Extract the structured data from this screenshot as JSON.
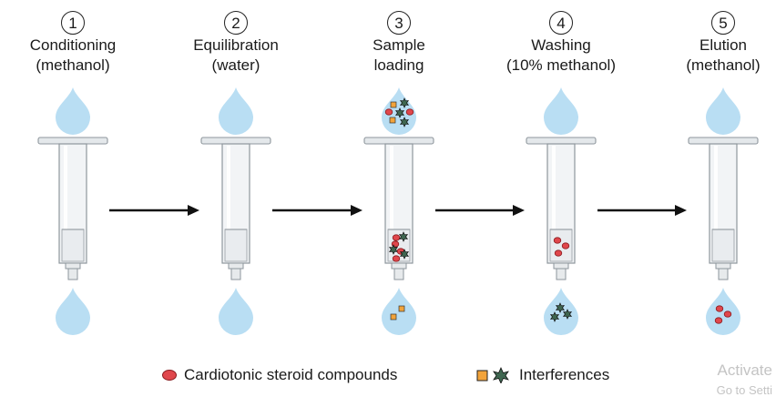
{
  "steps": [
    {
      "number": "1",
      "line1": "Conditioning",
      "line2": "(methanol)",
      "drop_top": "plain",
      "bed": [],
      "drop_bottom": []
    },
    {
      "number": "2",
      "line1": "Equilibration",
      "line2": "(water)",
      "drop_top": "plain",
      "bed": [],
      "drop_bottom": []
    },
    {
      "number": "3",
      "line1": "Sample",
      "line2": "loading",
      "drop_top": "mixed",
      "bed": [
        "circle",
        "star",
        "circle",
        "star",
        "circle",
        "star",
        "circle"
      ],
      "drop_bottom": [
        "square",
        "square"
      ]
    },
    {
      "number": "4",
      "line1": "Washing",
      "line2": "(10% methanol)",
      "drop_top": "plain",
      "bed": [
        "circle",
        "circle",
        "circle"
      ],
      "drop_bottom": [
        "star",
        "star",
        "star"
      ]
    },
    {
      "number": "5",
      "line1": "Elution",
      "line2": "(methanol)",
      "drop_top": "plain",
      "bed": [],
      "drop_bottom": [
        "circle",
        "circle",
        "circle"
      ]
    }
  ],
  "legend": {
    "compounds_label": "Cardiotonic steroid compounds",
    "interferences_label": "Interferences"
  },
  "watermark": {
    "line1": "Activate",
    "line2": "Go to Setti"
  },
  "colors": {
    "drop": "#b9def3",
    "compound": "#e0474c",
    "compound_stroke": "#8a1b1f",
    "interference_square": "#f2a33a",
    "interference_star": "#3f6650",
    "arrow": "#111111",
    "syringe": "#e4e8eb",
    "syringe_stroke": "#8e969c"
  }
}
